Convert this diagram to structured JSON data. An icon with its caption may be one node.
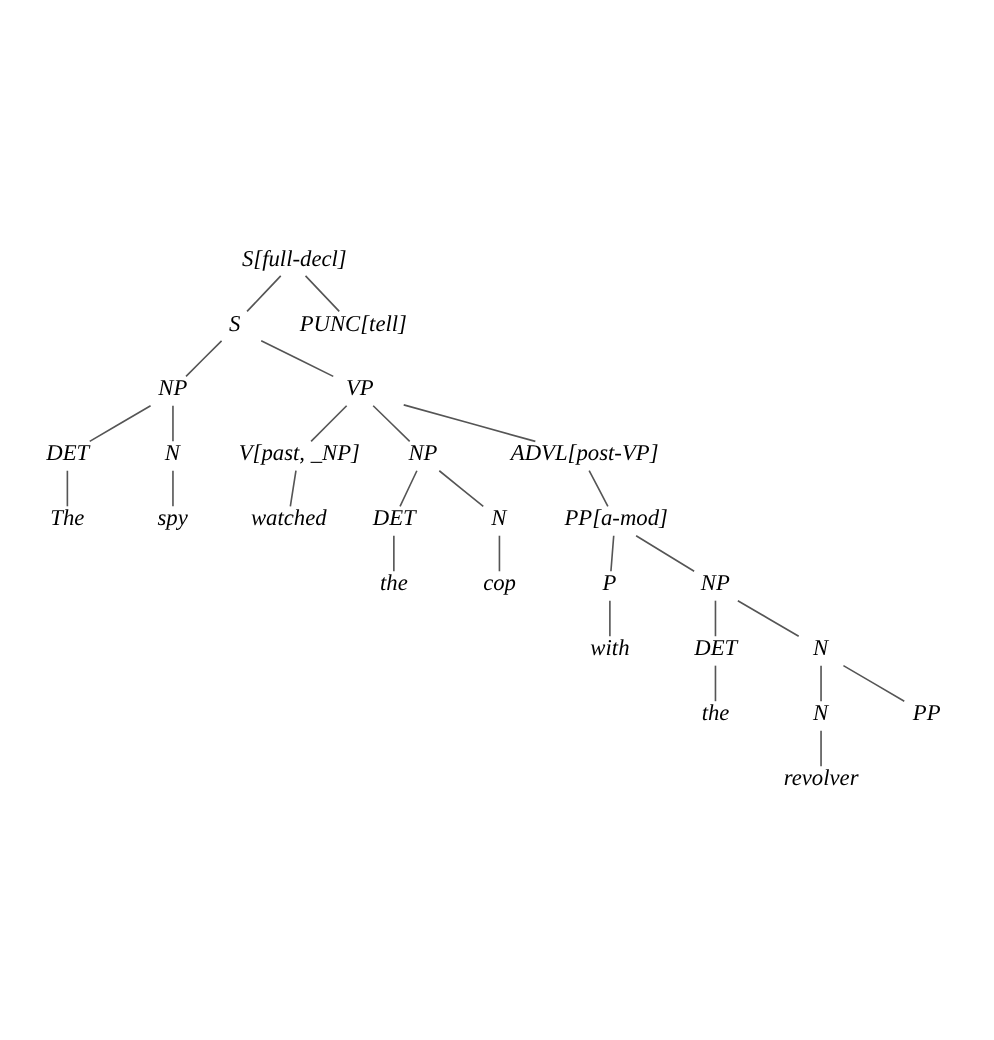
{
  "diagram": {
    "nodes": [
      {
        "text": [
          "S[full-decl]"
        ]
      },
      {
        "text": [
          "S"
        ]
      },
      {
        "text": [
          "PUNC[tell]"
        ]
      },
      {
        "text": [
          "NP"
        ]
      },
      {
        "text": [
          "VP"
        ]
      },
      {
        "text": [
          "DET"
        ]
      },
      {
        "text": [
          "N"
        ]
      },
      {
        "text": [
          "V[past, _NP]"
        ]
      },
      {
        "text": [
          "NP"
        ]
      },
      {
        "text": [
          "ADVL[post-VP]"
        ]
      },
      {
        "text": [
          "The"
        ]
      },
      {
        "text": [
          "spy"
        ]
      },
      {
        "text": [
          "watched"
        ]
      },
      {
        "text": [
          "DET"
        ]
      },
      {
        "text": [
          "N"
        ]
      },
      {
        "text": [
          "PP[a-mod]"
        ]
      },
      {
        "text": [
          "the"
        ]
      },
      {
        "text": [
          "cop"
        ]
      },
      {
        "text": [
          "P"
        ]
      },
      {
        "text": [
          "NP"
        ]
      },
      {
        "text": [
          "with"
        ]
      },
      {
        "text": [
          "DET"
        ]
      },
      {
        "text": [
          "N"
        ]
      },
      {
        "text": [
          "the"
        ]
      },
      {
        "text": [
          "N"
        ]
      },
      {
        "text": [
          "PP"
        ]
      },
      {
        "text": [
          "revolver"
        ]
      }
    ],
    "edges": [
      {
        "from": 0,
        "to": 1,
        "arrow": "none"
      },
      {
        "from": 0,
        "to": 2,
        "arrow": "none"
      },
      {
        "from": 1,
        "to": 3,
        "arrow": "none"
      },
      {
        "from": 1,
        "to": 4,
        "arrow": "none"
      },
      {
        "from": 3,
        "to": 5,
        "arrow": "none"
      },
      {
        "from": 3,
        "to": 6,
        "arrow": "none"
      },
      {
        "from": 4,
        "to": 7,
        "arrow": "none"
      },
      {
        "from": 4,
        "to": 8,
        "arrow": "none"
      },
      {
        "from": 4,
        "to": 9,
        "arrow": "none"
      },
      {
        "from": 5,
        "to": 10,
        "arrow": "none"
      },
      {
        "from": 6,
        "to": 11,
        "arrow": "none"
      },
      {
        "from": 7,
        "to": 12,
        "arrow": "none"
      },
      {
        "from": 8,
        "to": 13,
        "arrow": "none"
      },
      {
        "from": 8,
        "to": 14,
        "arrow": "none"
      },
      {
        "from": 9,
        "to": 15,
        "arrow": "none"
      },
      {
        "from": 13,
        "to": 16,
        "arrow": "none"
      },
      {
        "from": 14,
        "to": 17,
        "arrow": "none"
      },
      {
        "from": 15,
        "to": 18,
        "arrow": "none"
      },
      {
        "from": 15,
        "to": 19,
        "arrow": "none"
      },
      {
        "from": 18,
        "to": 20,
        "arrow": "none"
      },
      {
        "from": 19,
        "to": 21,
        "arrow": "none"
      },
      {
        "from": 19,
        "to": 22,
        "arrow": "none"
      },
      {
        "from": 21,
        "to": 23,
        "arrow": "none"
      },
      {
        "from": 22,
        "to": 24,
        "arrow": "none"
      },
      {
        "from": 22,
        "to": 25,
        "arrow": "none"
      },
      {
        "from": 24,
        "to": 26,
        "arrow": "none"
      }
    ]
  }
}
